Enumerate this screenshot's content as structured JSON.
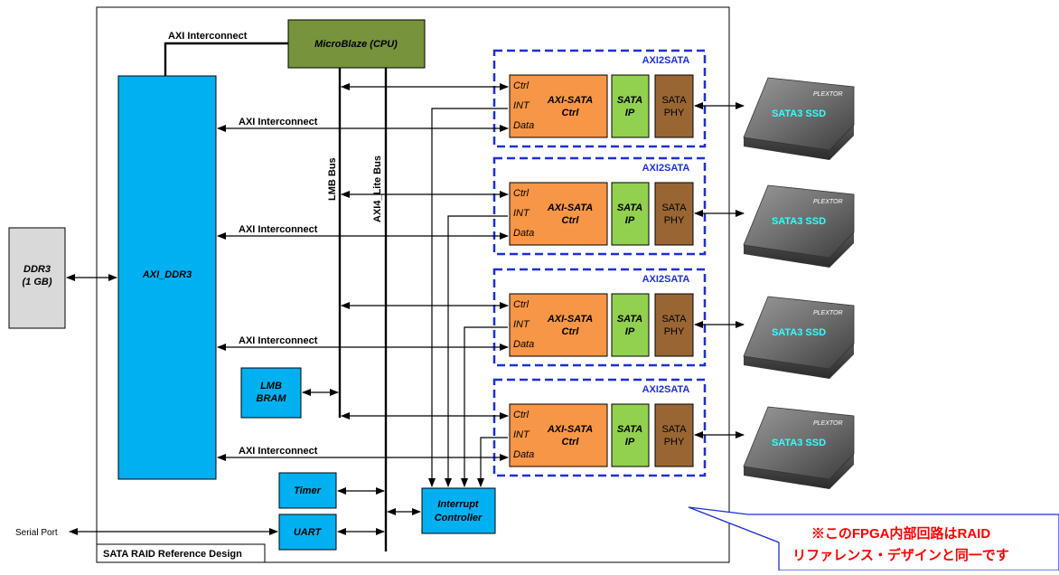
{
  "colors": {
    "cpu": "#77933c",
    "memory_block": "#00b0f0",
    "ctrl_block": "#f79646",
    "ip_block": "#92d050",
    "phy_block": "#996633",
    "dashed_border": "#1c2fd6",
    "callout_text": "#ff0000",
    "callout_bg": "#ffffff",
    "ssd_label": "#33ffff"
  },
  "design_box_label": "SATA RAID Reference Design",
  "cpu": {
    "label": "MicroBlaze (CPU)"
  },
  "axi_top_label": "AXI Interconnect",
  "axi_ddr3": {
    "label": "AXI_DDR3"
  },
  "ddr3": {
    "line1": "DDR3",
    "line2": "(1 GB)"
  },
  "lmb_bus_label": "LMB Bus",
  "axi4_lite_bus_label": "AXI4_Lite Bus",
  "lmb_bram": {
    "line1": "LMB",
    "line2": "BRAM"
  },
  "timer": {
    "label": "Timer"
  },
  "uart": {
    "label": "UART"
  },
  "serial_port_label": "Serial Port",
  "interrupt_controller": {
    "line1": "Interrupt",
    "line2": "Controller"
  },
  "channels": [
    {
      "title": "AXI2SATA",
      "axi_label": "AXI Interconnect",
      "ports": [
        "Ctrl",
        "INT",
        "Data"
      ],
      "ctrl_line1": "AXI-SATA",
      "ctrl_line2": "Ctrl",
      "ip_line1": "SATA",
      "ip_line2": "IP",
      "phy_line1": "SATA",
      "phy_line2": "PHY",
      "ssd_brand": "PLEXTOR",
      "ssd_label": "SATA3 SSD"
    },
    {
      "title": "AXI2SATA",
      "axi_label": "AXI Interconnect",
      "ports": [
        "Ctrl",
        "INT",
        "Data"
      ],
      "ctrl_line1": "AXI-SATA",
      "ctrl_line2": "Ctrl",
      "ip_line1": "SATA",
      "ip_line2": "IP",
      "phy_line1": "SATA",
      "phy_line2": "PHY",
      "ssd_brand": "PLEXTOR",
      "ssd_label": "SATA3 SSD"
    },
    {
      "title": "AXI2SATA",
      "axi_label": "AXI Interconnect",
      "ports": [
        "Ctrl",
        "INT",
        "Data"
      ],
      "ctrl_line1": "AXI-SATA",
      "ctrl_line2": "Ctrl",
      "ip_line1": "SATA",
      "ip_line2": "IP",
      "phy_line1": "SATA",
      "phy_line2": "PHY",
      "ssd_brand": "PLEXTOR",
      "ssd_label": "SATA3 SSD"
    },
    {
      "title": "AXI2SATA",
      "axi_label": "AXI Interconnect",
      "ports": [
        "Ctrl",
        "INT",
        "Data"
      ],
      "ctrl_line1": "AXI-SATA",
      "ctrl_line2": "Ctrl",
      "ip_line1": "SATA",
      "ip_line2": "IP",
      "phy_line1": "SATA",
      "phy_line2": "PHY",
      "ssd_brand": "PLEXTOR",
      "ssd_label": "SATA3 SSD"
    }
  ],
  "callout": {
    "line1": "※このFPGA内部回路はRAID",
    "line2": "リファレンス・デザインと同一です"
  }
}
